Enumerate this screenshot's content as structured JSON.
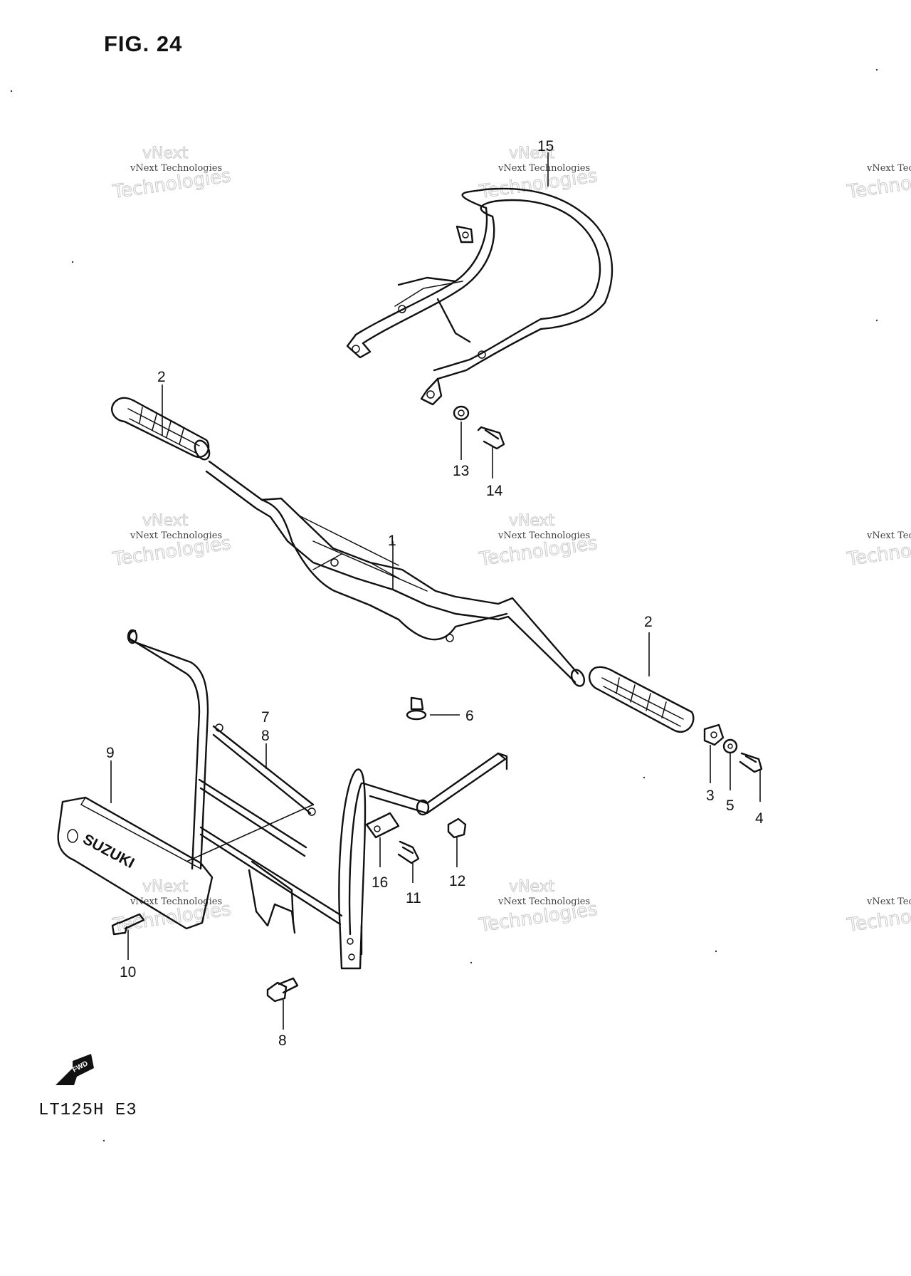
{
  "figure": {
    "title": "FIG. 24",
    "model": "LT125H  E3",
    "fwd_label": "FWD",
    "brand_plate": "SUZUKI"
  },
  "watermark": {
    "line1": "vNext",
    "line2": "vNext Technologies",
    "line3": "Technologies"
  },
  "callouts": [
    {
      "id": "1",
      "label": "1"
    },
    {
      "id": "2a",
      "label": "2"
    },
    {
      "id": "2b",
      "label": "2"
    },
    {
      "id": "3",
      "label": "3"
    },
    {
      "id": "4",
      "label": "4"
    },
    {
      "id": "5",
      "label": "5"
    },
    {
      "id": "6",
      "label": "6"
    },
    {
      "id": "7",
      "label": "7"
    },
    {
      "id": "8a",
      "label": "8"
    },
    {
      "id": "8b",
      "label": "8"
    },
    {
      "id": "9",
      "label": "9"
    },
    {
      "id": "10",
      "label": "10"
    },
    {
      "id": "11",
      "label": "11"
    },
    {
      "id": "12",
      "label": "12"
    },
    {
      "id": "13",
      "label": "13"
    },
    {
      "id": "14",
      "label": "14"
    },
    {
      "id": "15",
      "label": "15"
    },
    {
      "id": "16",
      "label": "16"
    }
  ]
}
